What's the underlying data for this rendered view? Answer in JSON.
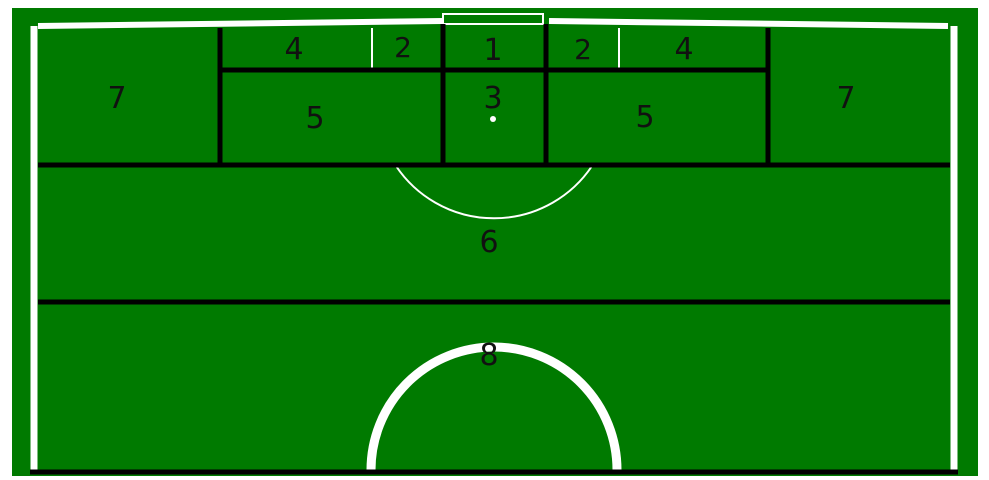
{
  "colors": {
    "pitch": "#007a00",
    "line": "#ffffff",
    "zone_border": "#000000",
    "label": "#111111",
    "page_background": "#ffffff"
  },
  "zones": [
    {
      "id": "zone-1",
      "label": "1"
    },
    {
      "id": "zone-2-left",
      "label": "2"
    },
    {
      "id": "zone-2-right",
      "label": "2"
    },
    {
      "id": "zone-3",
      "label": "3"
    },
    {
      "id": "zone-4-left",
      "label": "4"
    },
    {
      "id": "zone-4-right",
      "label": "4"
    },
    {
      "id": "zone-5-left",
      "label": "5"
    },
    {
      "id": "zone-5-right",
      "label": "5"
    },
    {
      "id": "zone-6",
      "label": "6"
    },
    {
      "id": "zone-7-left",
      "label": "7"
    },
    {
      "id": "zone-7-right",
      "label": "7"
    },
    {
      "id": "zone-8",
      "label": "8"
    }
  ]
}
